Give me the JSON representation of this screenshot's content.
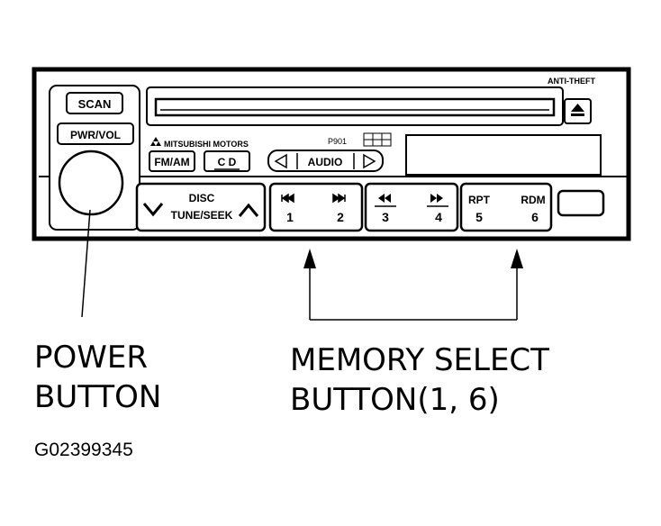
{
  "radio": {
    "anti_theft": "ANTI-THEFT",
    "scan": "SCAN",
    "pwr_vol": "PWR/VOL",
    "brand": "MITSUBISHI MOTORS",
    "model": "P901",
    "fm_am": "FM/AM",
    "cd": "C D",
    "audio": "AUDIO",
    "disc": "DISC",
    "tune_seek": "TUNE/SEEK",
    "presets": [
      "1",
      "2",
      "3",
      "4",
      "5",
      "6"
    ],
    "rpt": "RPT",
    "rdm": "RDM"
  },
  "callouts": {
    "power_line1": "POWER",
    "power_line2": "BUTTON",
    "memory_line1": "MEMORY SELECT",
    "memory_line2": "BUTTON(1, 6)"
  },
  "figure_id": "G02399345"
}
